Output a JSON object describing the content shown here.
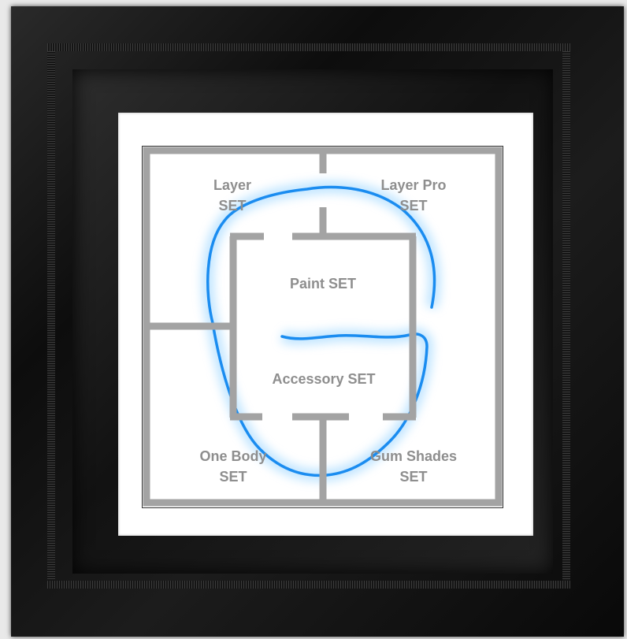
{
  "labels": {
    "layer": [
      "Layer",
      "SET"
    ],
    "layer_pro": [
      "Layer Pro",
      "SET"
    ],
    "paint": "Paint SET",
    "accessory": "Accessory SET",
    "one_body": [
      "One Body",
      "SET"
    ],
    "gum_shades": [
      "Gum Shades",
      "SET"
    ]
  },
  "colors": {
    "frame": "#111111",
    "wall_lines": "#a3a3a3",
    "face_outline": "#1a8cf0",
    "glow": "#8fd0ff",
    "label_text": "#8e8e8e"
  }
}
